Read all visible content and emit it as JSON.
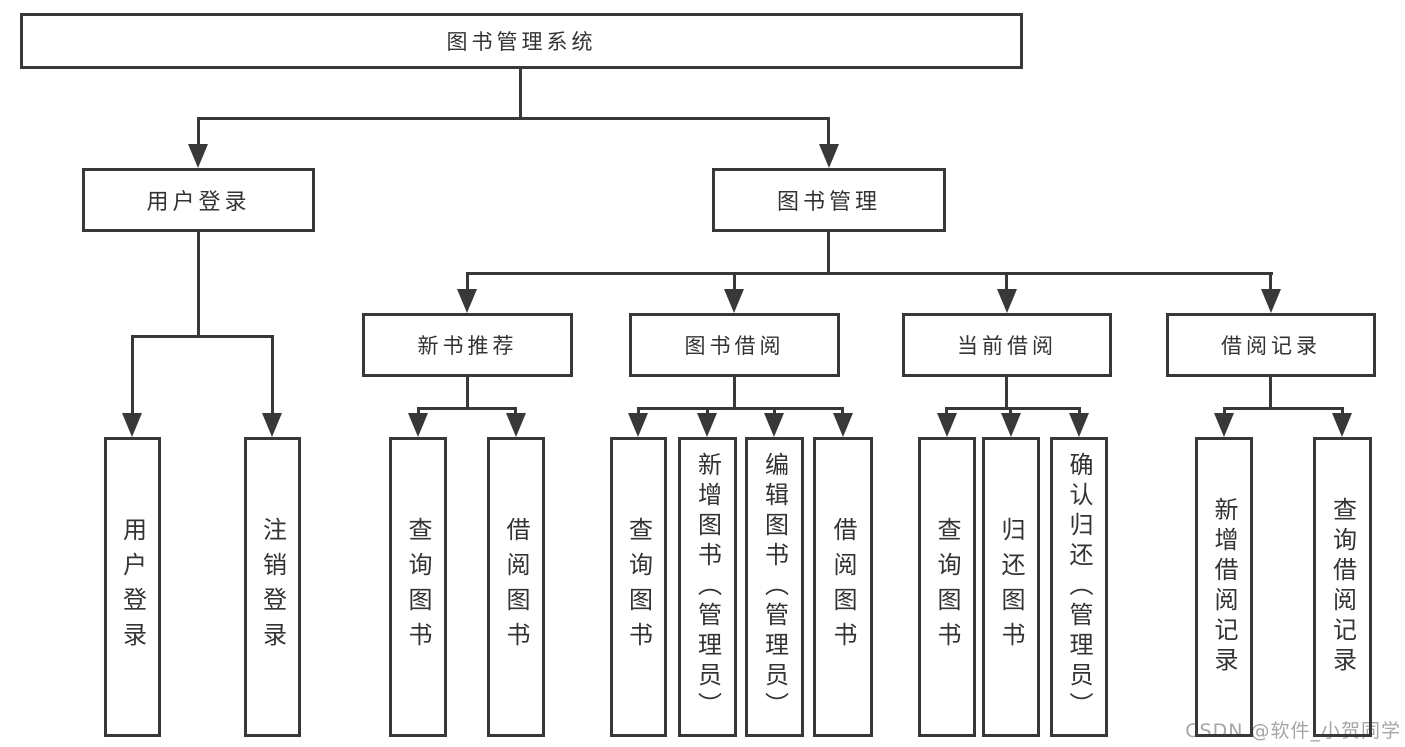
{
  "diagram_type": "hierarchy-tree",
  "colors": {
    "background": "#ffffff",
    "line": "#383838",
    "text": "#333333",
    "watermark": "#a6a6a6"
  },
  "watermark": {
    "text": "CSDN @软件_小贺同学"
  },
  "nodes": {
    "root": {
      "label": "图书管理系统"
    },
    "level2": [
      {
        "label": "用户登录"
      },
      {
        "label": "图书管理"
      }
    ],
    "level3": [
      {
        "label": "新书推荐"
      },
      {
        "label": "图书借阅"
      },
      {
        "label": "当前借阅"
      },
      {
        "label": "借阅记录"
      }
    ],
    "leaves": [
      {
        "label": "用户登录",
        "parent": "用户登录"
      },
      {
        "label": "注销登录",
        "parent": "用户登录"
      },
      {
        "label": "查询图书",
        "parent": "新书推荐"
      },
      {
        "label": "借阅图书",
        "parent": "新书推荐"
      },
      {
        "label": "查询图书",
        "parent": "图书借阅"
      },
      {
        "label": "新增图书（管理员）",
        "parent": "图书借阅"
      },
      {
        "label": "编辑图书（管理员）",
        "parent": "图书借阅"
      },
      {
        "label": "借阅图书",
        "parent": "图书借阅"
      },
      {
        "label": "查询图书",
        "parent": "当前借阅"
      },
      {
        "label": "归还图书",
        "parent": "当前借阅"
      },
      {
        "label": "确认归还（管理员）",
        "parent": "当前借阅"
      },
      {
        "label": "新增借阅记录",
        "parent": "借阅记录"
      },
      {
        "label": "查询借阅记录",
        "parent": "借阅记录"
      }
    ]
  }
}
